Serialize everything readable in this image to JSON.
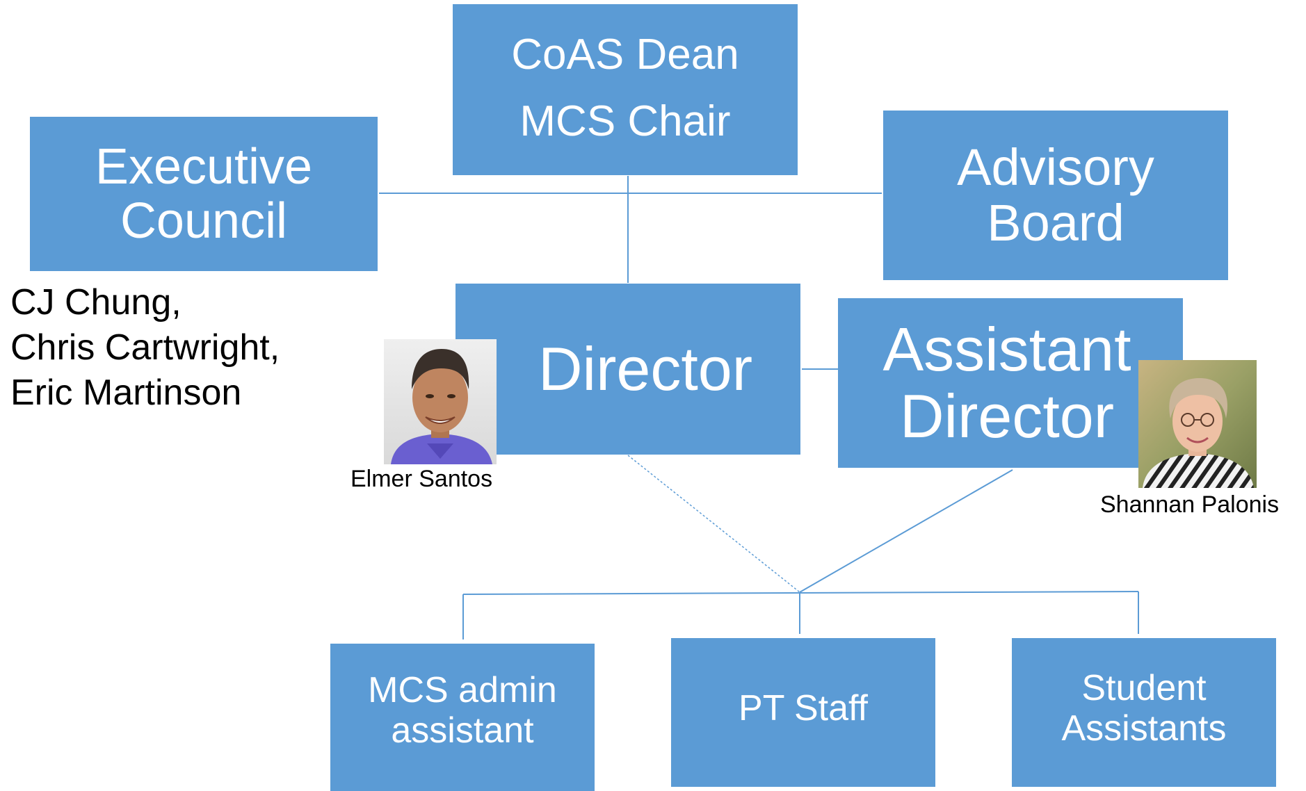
{
  "boxes": {
    "dean": {
      "lines": [
        "CoAS Dean",
        "MCS Chair"
      ]
    },
    "executive_council": {
      "lines": [
        "Executive",
        "Council"
      ]
    },
    "advisory_board": {
      "lines": [
        "Advisory",
        "Board"
      ]
    },
    "director": {
      "lines": [
        "Director"
      ]
    },
    "assistant_director": {
      "lines": [
        "Assistant",
        "Director"
      ]
    },
    "mcs_admin": {
      "lines": [
        "MCS admin",
        "assistant"
      ]
    },
    "pt_staff": {
      "lines": [
        "PT Staff"
      ]
    },
    "student_assistants": {
      "lines": [
        "Student",
        "Assistants"
      ]
    }
  },
  "executive_members": [
    "CJ Chung,",
    "Chris Cartwright,",
    "Eric Martinson"
  ],
  "people": {
    "director": {
      "name": "Elmer Santos"
    },
    "assistant_director": {
      "name": "Shannan Palonis"
    }
  },
  "colors": {
    "box_fill": "#5b9bd5",
    "box_text": "#ffffff",
    "connector": "#5b9bd5"
  }
}
